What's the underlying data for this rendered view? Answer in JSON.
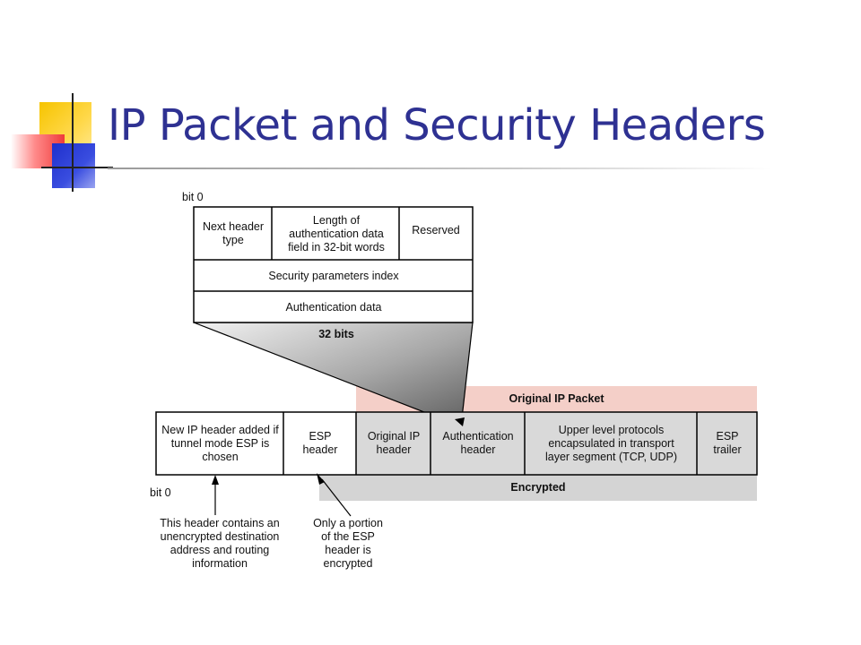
{
  "title": "IP Packet and Security Headers",
  "auth_header": {
    "bit_label": "bit 0",
    "next_header": "Next header type",
    "length": "Length of authentication data field in 32-bit words",
    "reserved": "Reserved",
    "spi": "Security parameters index",
    "auth_data": "Authentication data",
    "width_label": "32 bits"
  },
  "packet": {
    "original_label": "Original IP Packet",
    "fields": {
      "new_ip": "New IP header added if tunnel mode ESP is chosen",
      "esp_header": "ESP header",
      "orig_ip": "Original IP header",
      "auth": "Authentication header",
      "upper": "Upper level protocols encapsulated in transport layer segment (TCP, UDP)",
      "esp_trailer": "ESP trailer"
    },
    "encrypted_label": "Encrypted",
    "bit_label": "bit 0"
  },
  "annotations": {
    "unencrypted_note": "This header contains an unencrypted destination address and routing information",
    "esp_note": "Only a portion of the ESP header is encrypted"
  },
  "colors": {
    "title": "#2e3192",
    "original_band": "#f4cfc8",
    "encrypted_band": "#d4d4d4",
    "shaded_cell": "#d9d9d9"
  }
}
